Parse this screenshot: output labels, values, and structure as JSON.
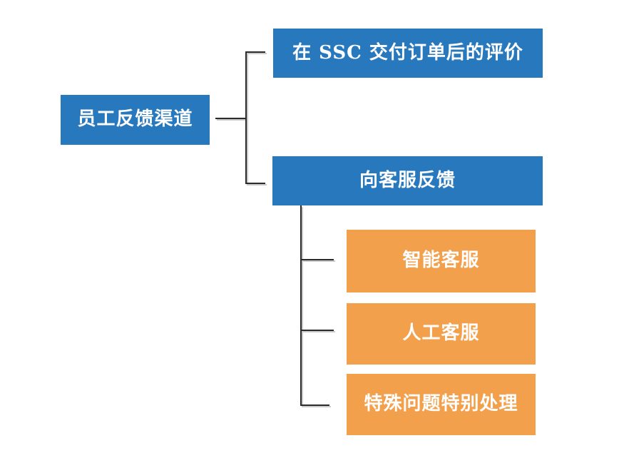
{
  "diagram": {
    "type": "tree",
    "background": "#FFFFFF",
    "colors": {
      "node_blue": "#2878BE",
      "node_orange": "#F3A04C",
      "connector_line": "#2B2B2B",
      "node_text": "#FFFFFF"
    },
    "root": {
      "label": "员工反馈渠道"
    },
    "level1": [
      {
        "label": "在 SSC 交付订单后的评价"
      },
      {
        "label": "向客服反馈"
      }
    ],
    "level2": [
      {
        "label": "智能客服"
      },
      {
        "label": "人工客服"
      },
      {
        "label": "特殊问题特别处理"
      }
    ]
  }
}
